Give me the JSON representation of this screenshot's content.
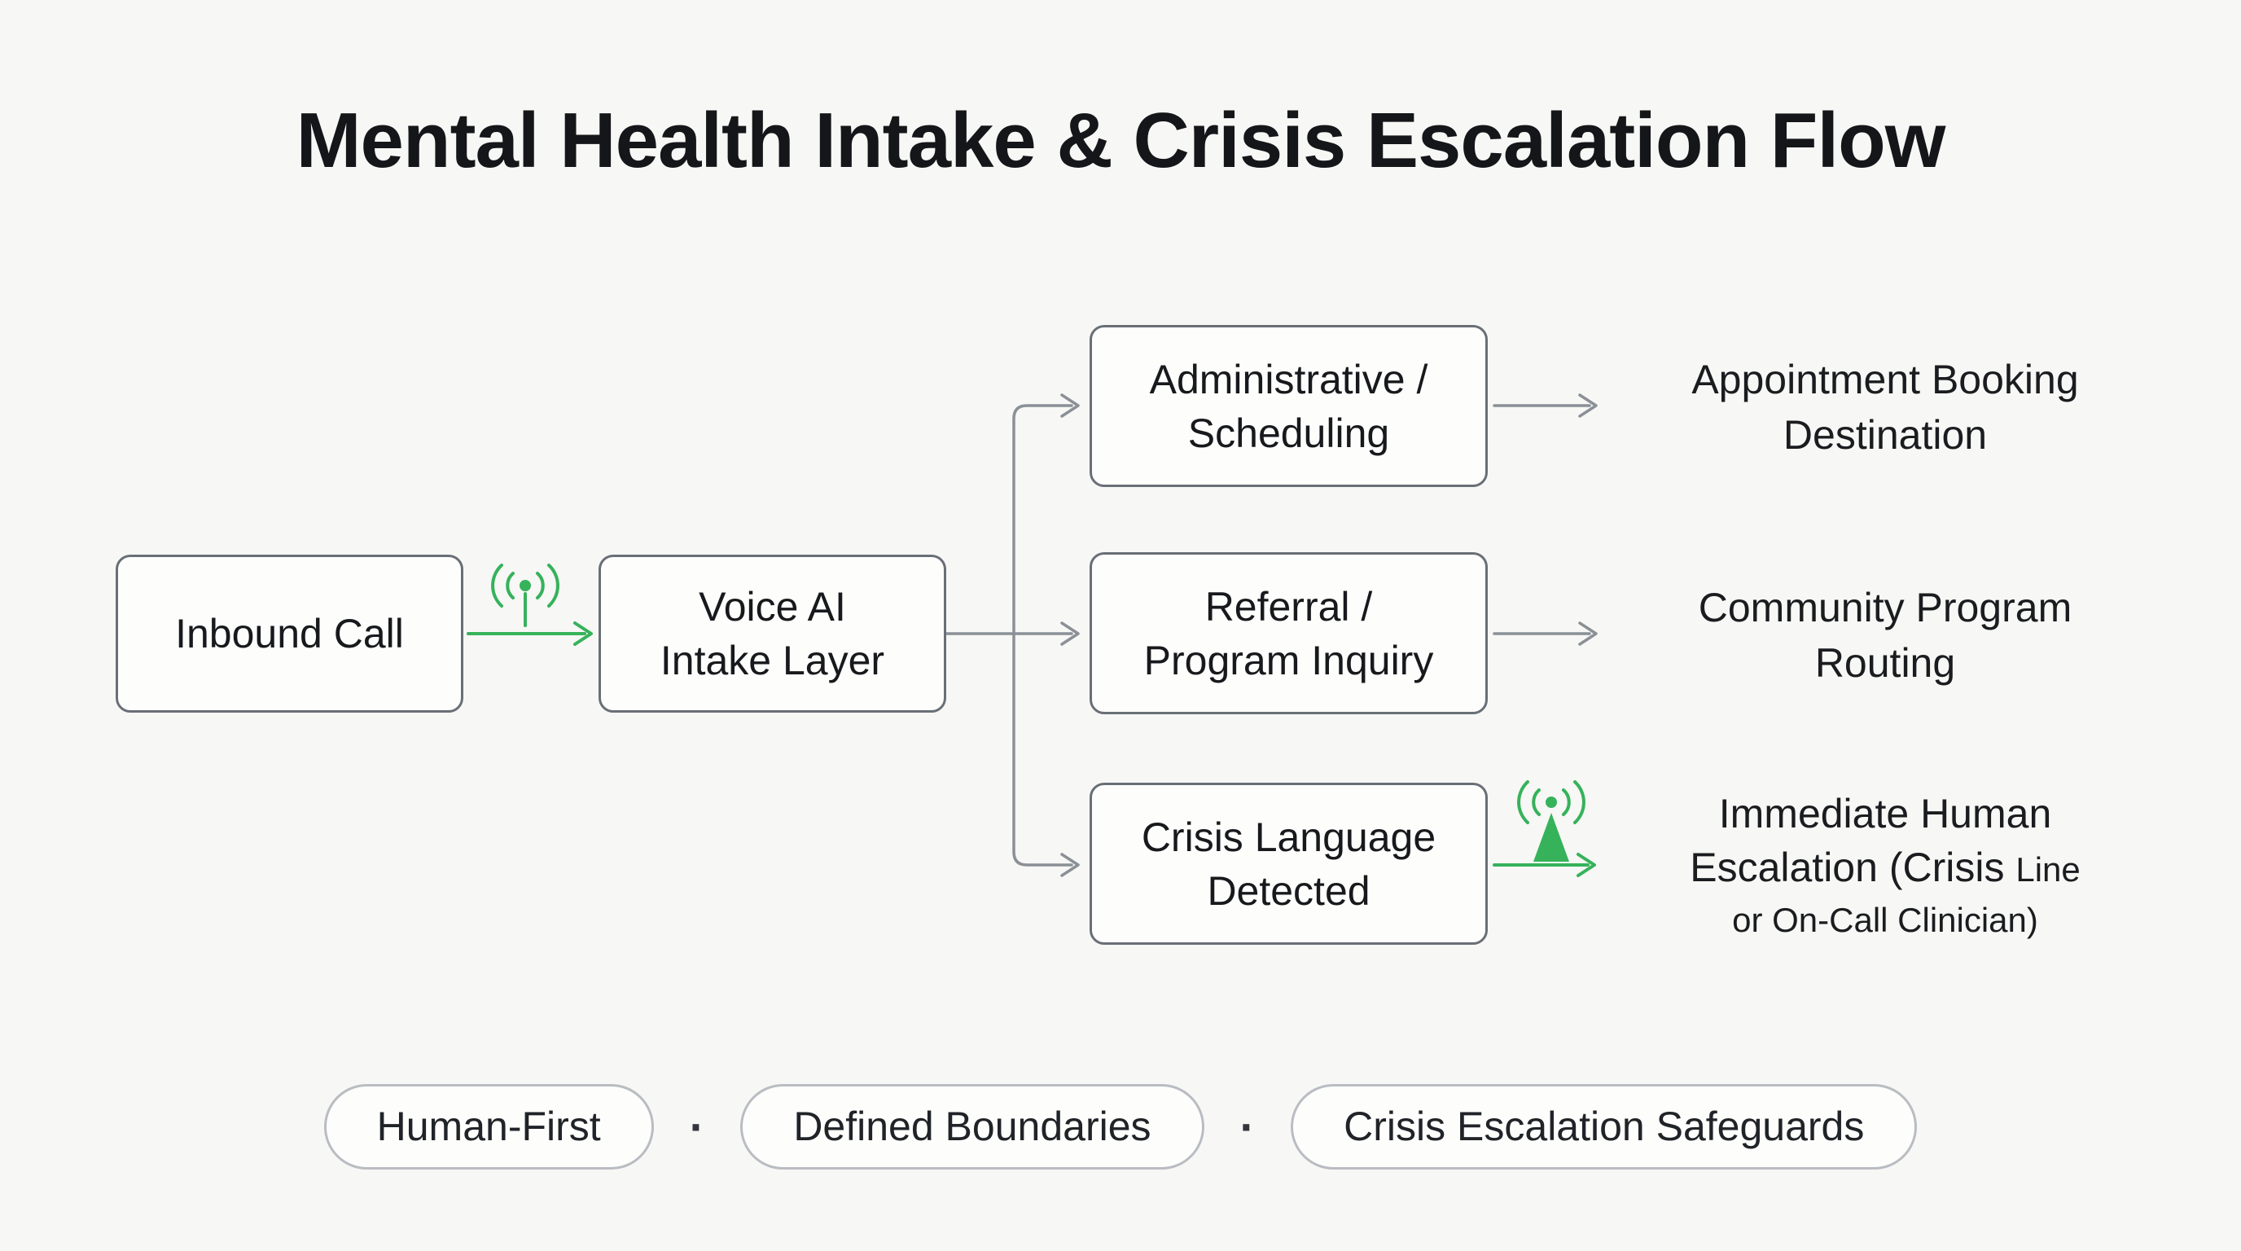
{
  "title": "Mental Health Intake & Crisis Escalation Flow",
  "colors": {
    "bg": "#f7f7f5",
    "green": "#36b25b",
    "gray": "#8a9096",
    "node-border": "#696f76",
    "node-bg": "#fdfdfc",
    "text": "#17191c",
    "pill-border": "#b9bdc2"
  },
  "nodes": {
    "inbound": {
      "label": "Inbound Call"
    },
    "voice_ai": {
      "line1": "Voice AI",
      "line2": "Intake Layer"
    },
    "admin": {
      "line1": "Administrative /",
      "line2": "Scheduling"
    },
    "referral": {
      "line1": "Referral /",
      "line2": "Program Inquiry"
    },
    "crisis": {
      "line1": "Crisis Language",
      "line2": "Detected"
    }
  },
  "destinations": {
    "appointment": {
      "line1": "Appointment Booking",
      "line2": "Destination"
    },
    "community": {
      "line1": "Community Program",
      "line2": "Routing"
    },
    "escalation": {
      "line1": "Immediate Human",
      "line2_main": "Escalation (Crisis",
      "line2_suffix": "Line",
      "line3": "or On-Call Clinician)"
    }
  },
  "icons": {
    "broadcast": "broadcast-antenna-icon",
    "tower": "radio-tower-icon"
  },
  "badges": {
    "separator": "·",
    "items": [
      "Human-First",
      "Defined Boundaries",
      "Crisis Escalation Safeguards"
    ]
  }
}
